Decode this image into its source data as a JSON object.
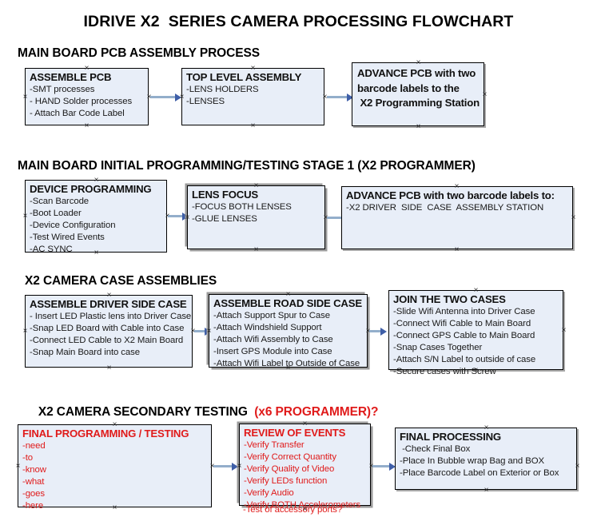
{
  "title": "IDRIVE X2  SERIES CAMERA PROCESSING FLOWCHART",
  "sections": [
    {
      "heading": "MAIN BOARD PCB ASSEMBLY PROCESS",
      "heading_red": "",
      "boxes": [
        {
          "title": "ASSEMBLE PCB",
          "lines": [
            "-SMT processes",
            "- HAND Solder processes",
            "- Attach Bar Code Label"
          ]
        },
        {
          "title": "TOP LEVEL ASSEMBLY",
          "lines": [
            "-LENS HOLDERS",
            "-LENSES"
          ]
        },
        {
          "title": "ADVANCE PCB with two\nbarcode labels to the\n X2 Programming Station",
          "lines": []
        }
      ]
    },
    {
      "heading": "MAIN BOARD INITIAL PROGRAMMING/TESTING STAGE 1 (X2 PROGRAMMER)",
      "heading_red": "",
      "boxes": [
        {
          "title": "DEVICE PROGRAMMING",
          "lines": [
            "-Scan Barcode",
            "-Boot Loader",
            "-Device Configuration",
            "-Test Wired Events",
            "-AC SYNC"
          ]
        },
        {
          "title": "LENS FOCUS",
          "lines": [
            "-FOCUS BOTH LENSES",
            "-GLUE LENSES"
          ]
        },
        {
          "title": "ADVANCE PCB with two barcode labels to:",
          "lines": [
            "-X2 DRIVER  SIDE  CASE  ASSEMBLY STATION"
          ]
        }
      ]
    },
    {
      "heading": "X2 CAMERA CASE ASSEMBLIES",
      "heading_red": "",
      "boxes": [
        {
          "title": "ASSEMBLE DRIVER SIDE CASE",
          "lines": [
            "- Insert LED Plastic lens into Driver Case",
            "-Snap LED Board with Cable into Case",
            "-Connect LED Cable to X2 Main Board",
            "-Snap Main Board into case"
          ]
        },
        {
          "title": "ASSEMBLE ROAD SIDE CASE",
          "lines": [
            "-Attach Support Spur to Case",
            "-Attach Windshield Support",
            "-Attach Wifi Assembly to Case",
            "-Insert GPS Module into Case",
            "-Attach Wifi Label to Outside of Case"
          ]
        },
        {
          "title": "JOIN THE TWO CASES",
          "lines": [
            "-Slide Wifi Antenna into Driver Case",
            "-Connect Wifi Cable to Main Board",
            "-Connect GPS Cable to Main Board",
            "-Snap Cases Together",
            "-Attach S/N Label to outside of case",
            "-Secure cases with Screw"
          ]
        }
      ]
    },
    {
      "heading": "X2 CAMERA SECONDARY TESTING  ",
      "heading_red": "(x6 PROGRAMMER)?",
      "boxes": [
        {
          "title": "FINAL PROGRAMMING / TESTING",
          "lines": [
            "-need",
            "-to",
            "-know",
            "-what",
            "-goes",
            "-here"
          ]
        },
        {
          "title": "REVIEW OF EVENTS",
          "lines": [
            "-Verify Transfer",
            "-Verify Correct Quantity",
            "-Verify Quality of Video",
            "-Verify LEDs function",
            "-Verify Audio",
            "-Verify BOTH Accelerometers"
          ],
          "overflow_line": "-Test of accessory ports?"
        },
        {
          "title": "FINAL PROCESSING",
          "lines": [
            " -Check Final Box",
            "-Place In Bubble wrap Bag and BOX",
            "-Place Barcode Label on Exterior or Box"
          ]
        }
      ]
    }
  ],
  "colors": {
    "box_fill": "#e8eef8",
    "box_border": "#000000",
    "shadow": "#9a9a9a",
    "connector": "#93aecb",
    "arrowhead": "#3f5fa8",
    "red_text": "#e01b1b",
    "black_text": "#000000"
  }
}
